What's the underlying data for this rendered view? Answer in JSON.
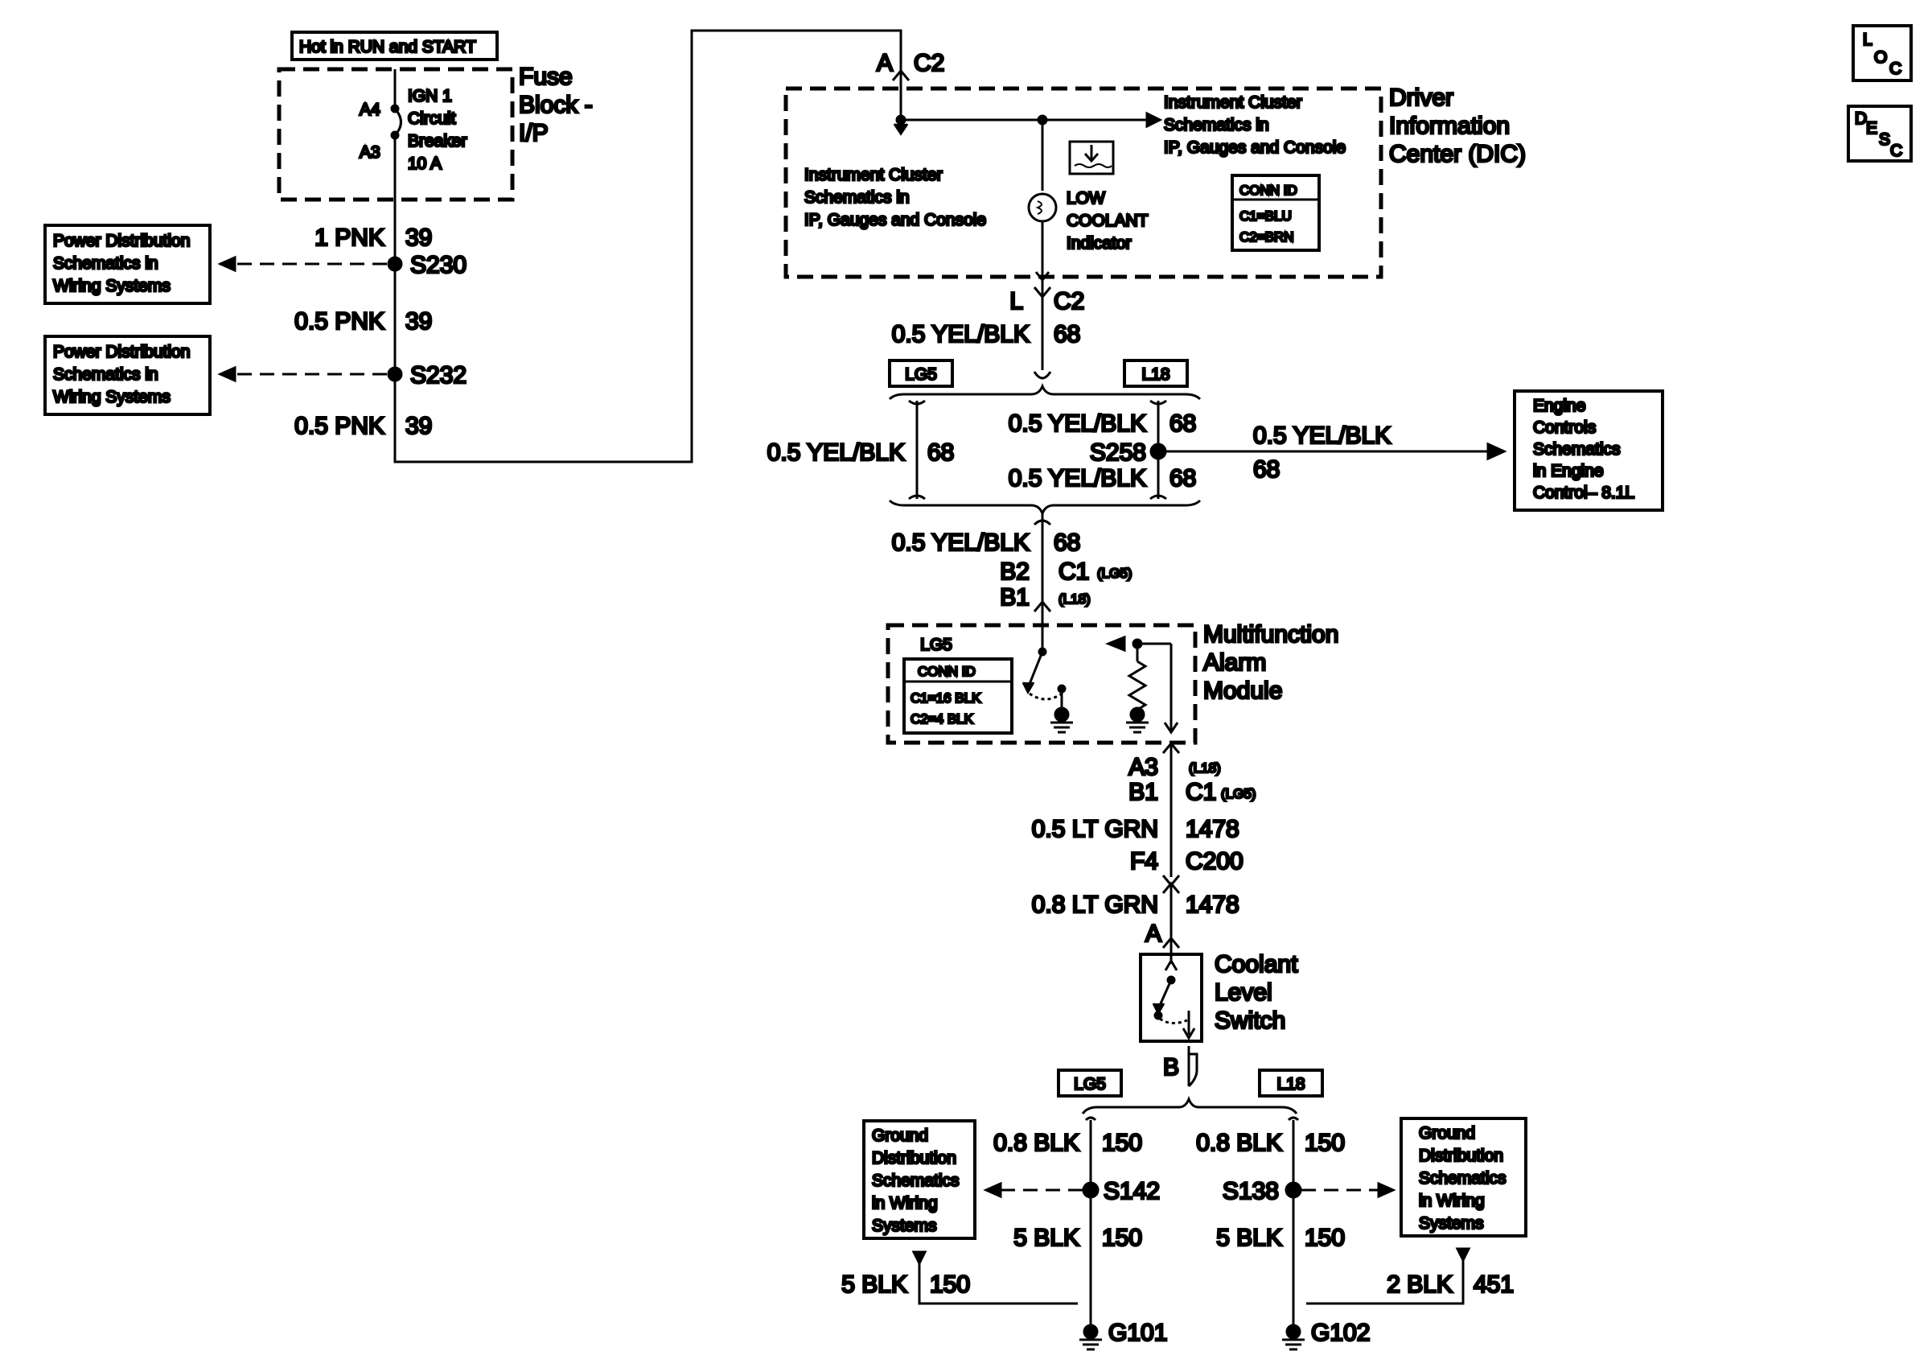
{
  "fuse": {
    "header": "Hot in RUN and START",
    "title_lines": [
      "Fuse",
      "Block -",
      "I/P"
    ],
    "pin_a4": "A4",
    "pin_a3": "A3",
    "breaker_lines": [
      "IGN 1",
      "Circuit",
      "Breaker",
      "10 A"
    ]
  },
  "left_wires": [
    {
      "color": "1 PNK",
      "circuit": "39"
    },
    {
      "color": "0.5 PNK",
      "circuit": "39"
    },
    {
      "color": "0.5 PNK",
      "circuit": "39"
    }
  ],
  "splices": {
    "s230": "S230",
    "s232": "S232",
    "s258": "S258",
    "s142": "S142",
    "s138": "S138"
  },
  "power_dist_lines": [
    "Power Distribution",
    "Schematics in",
    "Wiring Systems"
  ],
  "dic": {
    "title_lines": [
      "Driver",
      "Information",
      "Center (DIC)"
    ],
    "connector_a": "A",
    "connector_c2": "C2",
    "ref_left_lines": [
      "Instrument Cluster",
      "Schematics in",
      "IP, Gauges and Console"
    ],
    "ref_right_lines": [
      "Instrument Cluster",
      "Schematics in",
      "IP, Gauges and Console"
    ],
    "indicator_lines": [
      "LOW",
      "COOLANT",
      "Indicator"
    ],
    "conn_id_title": "CONN ID",
    "conn_id_lines": [
      "C1=BLU",
      "C2=BRN"
    ],
    "out_pin": "L",
    "out_conn": "C2"
  },
  "dic_wire": {
    "color": "0.5 YEL/BLK",
    "circuit": "68"
  },
  "options": {
    "lg5": "LG5",
    "l18": "L18"
  },
  "mid_wires": {
    "left_color": "0.5 YEL/BLK",
    "left_circuit": "68",
    "upper_color": "0.5 YEL/BLK",
    "upper_circuit": "68",
    "lower_color": "0.5 YEL/BLK",
    "lower_circuit": "68",
    "engine_color": "0.5 YEL/BLK",
    "engine_circuit": "68"
  },
  "engine_ref_lines": [
    "Engine",
    "Controls",
    "Schematics",
    "in Engine",
    "Control– 8.1L"
  ],
  "mam_in": {
    "color": "0.5 YEL/BLK",
    "circuit": "68",
    "pin_b2": "B2",
    "conn_c1": "C1",
    "tag_lg5": "(LG5)",
    "pin_b1": "B1",
    "tag_l18": "(L18)"
  },
  "mam": {
    "title_lines": [
      "Multifunction",
      "Alarm",
      "Module"
    ],
    "option": "LG5",
    "conn_id_title": "CONN ID",
    "conn_id_lines": [
      "C1=16 BLK",
      "C2=4 BLK"
    ]
  },
  "mam_out": {
    "pin_a3": "A3",
    "tag_l18": "(L18)",
    "pin_b1": "B1",
    "conn_c1": "C1",
    "tag_lg5": "(LG5)"
  },
  "wire_1478_a": {
    "color": "0.5 LT GRN",
    "circuit": "1478"
  },
  "c200": {
    "pin": "F4",
    "conn": "C200"
  },
  "wire_1478_b": {
    "color": "0.8 LT GRN",
    "circuit": "1478"
  },
  "switch": {
    "pin_a": "A",
    "pin_b": "B",
    "title_lines": [
      "Coolant",
      "Level",
      "Switch"
    ]
  },
  "ground_ref_lines": [
    "Ground",
    "Distribution",
    "Schematics",
    "in Wiring",
    "Systems"
  ],
  "ground_wires": {
    "s142_up": {
      "color": "0.8 BLK",
      "circuit": "150"
    },
    "s142_down": {
      "color": "5 BLK",
      "circuit": "150"
    },
    "g101_left": {
      "color": "5 BLK",
      "circuit": "150"
    },
    "s138_up": {
      "color": "0.8 BLK",
      "circuit": "150"
    },
    "s138_down": {
      "color": "5 BLK",
      "circuit": "150"
    },
    "g102_right": {
      "color": "2 BLK",
      "circuit": "451"
    }
  },
  "grounds": {
    "g101": "G101",
    "g102": "G102"
  },
  "side_icons": {
    "loc": {
      "big": "L",
      "sub": "O",
      "sub2": "C"
    },
    "desc": {
      "big": "D",
      "sub": "E",
      "sub2": "S",
      "sub3": "C"
    }
  }
}
